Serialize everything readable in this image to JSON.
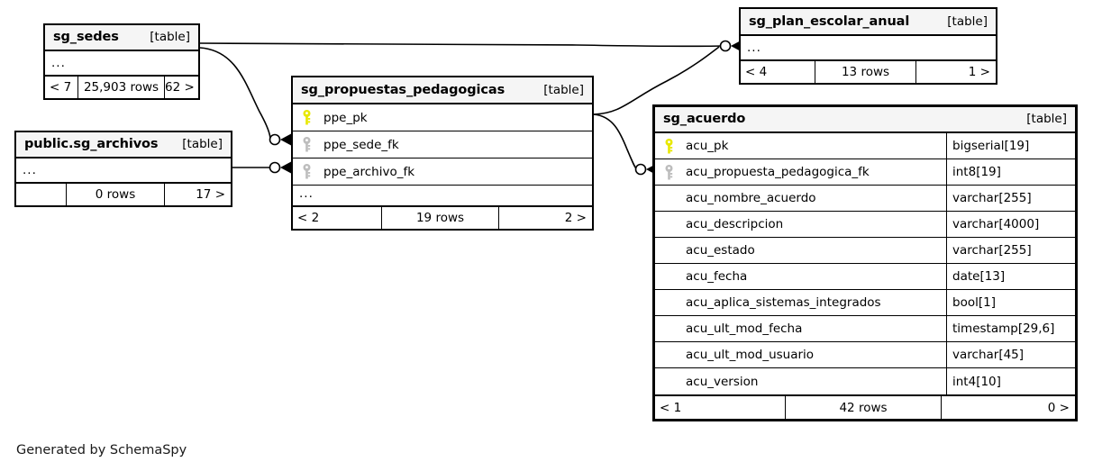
{
  "diagram": {
    "credit": "Generated by SchemaSpy",
    "table_tag": "[table]",
    "ellipsis": "...",
    "key_icon_pk": "key-icon-primary",
    "key_icon_fk": "key-icon-foreign",
    "colors": {
      "pk_key": "#e8e800",
      "fk_key": "#bdbdbd",
      "border": "#000000",
      "header_bg": "#f5f5f5",
      "background": "#ffffff"
    }
  },
  "tables": {
    "sg_sedes": {
      "name": "sg_sedes",
      "tag": "[table]",
      "ellipsis": "...",
      "columns": [],
      "footer": {
        "left": "< 7",
        "mid": "25,903 rows",
        "right": "62 >"
      }
    },
    "sg_archivos": {
      "name": "public.sg_archivos",
      "tag": "[table]",
      "ellipsis": "...",
      "columns": [],
      "footer": {
        "left": "",
        "mid": "0 rows",
        "right": "17 >"
      }
    },
    "sg_propuestas_pedagogicas": {
      "name": "sg_propuestas_pedagogicas",
      "tag": "[table]",
      "ellipsis": "...",
      "columns": [
        {
          "key": "pk",
          "name": "ppe_pk",
          "type": ""
        },
        {
          "key": "fk",
          "name": "ppe_sede_fk",
          "type": ""
        },
        {
          "key": "fk",
          "name": "ppe_archivo_fk",
          "type": ""
        }
      ],
      "footer": {
        "left": "< 2",
        "mid": "19 rows",
        "right": "2 >"
      }
    },
    "sg_plan_escolar_anual": {
      "name": "sg_plan_escolar_anual",
      "tag": "[table]",
      "ellipsis": "...",
      "columns": [],
      "footer": {
        "left": "< 4",
        "mid": "13 rows",
        "right": "1 >"
      }
    },
    "sg_acuerdo": {
      "name": "sg_acuerdo",
      "tag": "[table]",
      "ellipsis": "",
      "columns": [
        {
          "key": "pk",
          "name": "acu_pk",
          "type": "bigserial[19]"
        },
        {
          "key": "fk",
          "name": "acu_propuesta_pedagogica_fk",
          "type": "int8[19]"
        },
        {
          "key": "",
          "name": "acu_nombre_acuerdo",
          "type": "varchar[255]"
        },
        {
          "key": "",
          "name": "acu_descripcion",
          "type": "varchar[4000]"
        },
        {
          "key": "",
          "name": "acu_estado",
          "type": "varchar[255]"
        },
        {
          "key": "",
          "name": "acu_fecha",
          "type": "date[13]"
        },
        {
          "key": "",
          "name": "acu_aplica_sistemas_integrados",
          "type": "bool[1]"
        },
        {
          "key": "",
          "name": "acu_ult_mod_fecha",
          "type": "timestamp[29,6]"
        },
        {
          "key": "",
          "name": "acu_ult_mod_usuario",
          "type": "varchar[45]"
        },
        {
          "key": "",
          "name": "acu_version",
          "type": "int4[10]"
        }
      ],
      "footer": {
        "left": "< 1",
        "mid": "42 rows",
        "right": "0 >"
      }
    }
  },
  "relationships": [
    {
      "name": "sedes-to-plan-escolar-anual",
      "from": "sg_sedes",
      "to": "sg_plan_escolar_anual"
    },
    {
      "name": "sedes-to-propuestas-sede-fk",
      "from": "sg_sedes",
      "to": "sg_propuestas_pedagogicas.ppe_sede_fk"
    },
    {
      "name": "archivos-to-propuestas-archivo-fk",
      "from": "public.sg_archivos",
      "to": "sg_propuestas_pedagogicas.ppe_archivo_fk"
    },
    {
      "name": "propuestas-to-plan-escolar-anual",
      "from": "sg_propuestas_pedagogicas.ppe_pk",
      "to": "sg_plan_escolar_anual"
    },
    {
      "name": "propuestas-to-acuerdo-fk",
      "from": "sg_propuestas_pedagogicas.ppe_pk",
      "to": "sg_acuerdo.acu_propuesta_pedagogica_fk"
    }
  ]
}
